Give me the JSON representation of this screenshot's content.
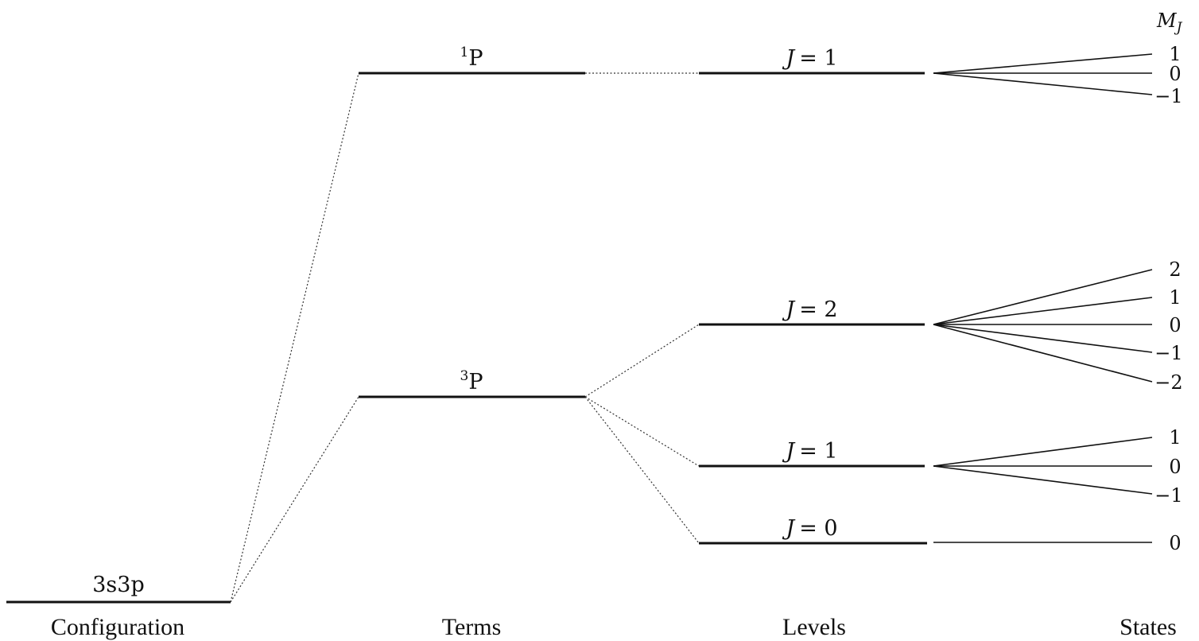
{
  "columns": {
    "configuration": "Configuration",
    "terms": "Terms",
    "levels": "Levels",
    "states": "States"
  },
  "states_header": {
    "symbol": "M",
    "subscript": "J"
  },
  "configuration": {
    "label": "3s3p"
  },
  "terms": {
    "singlet": {
      "multiplicity": "1",
      "letter": "P"
    },
    "triplet": {
      "multiplicity": "3",
      "letter": "P"
    }
  },
  "levels": {
    "singlet_j1": {
      "symbol": "J",
      "relation": "= 1"
    },
    "triplet_j2": {
      "symbol": "J",
      "relation": "= 2"
    },
    "triplet_j1": {
      "symbol": "J",
      "relation": "= 1"
    },
    "triplet_j0": {
      "symbol": "J",
      "relation": "= 0"
    }
  },
  "states": {
    "singlet_j1": [
      "1",
      "0",
      "−1"
    ],
    "triplet_j2": [
      "2",
      "1",
      "0",
      "−1",
      "−2"
    ],
    "triplet_j1": [
      "1",
      "0",
      "−1"
    ],
    "triplet_j0": [
      "0"
    ]
  }
}
